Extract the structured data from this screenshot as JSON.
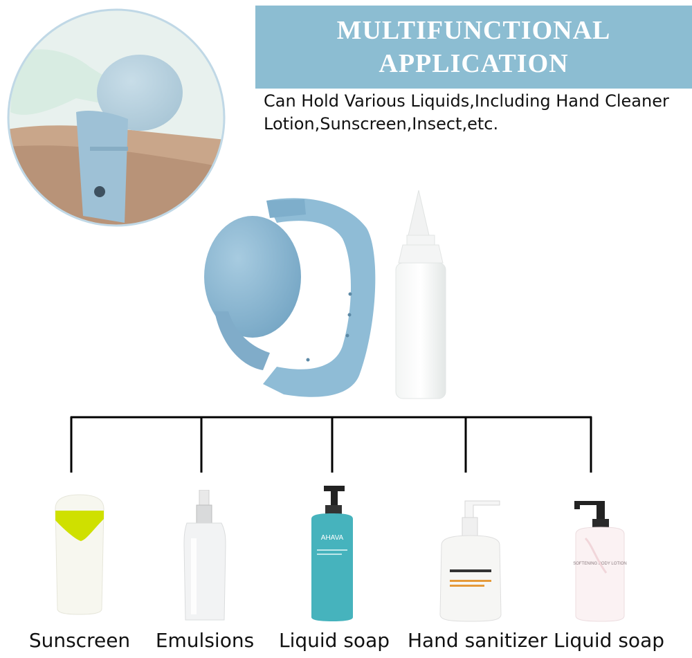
{
  "header": {
    "title_line1": "MULTIFUNCTIONAL",
    "title_line2": "APPLICATION",
    "banner_color": "#8cbdd2"
  },
  "description": {
    "line1": "Can Hold Various Liquids,Including Hand Cleaner",
    "line2": "Lotion,Sunscreen,Insect,etc."
  },
  "products": [
    {
      "label": "Sunscreen"
    },
    {
      "label": "Emulsions"
    },
    {
      "label": "Liquid soap",
      "brand": "AHAVA"
    },
    {
      "label": "Hand sanitizer"
    },
    {
      "label": "Liquid soap",
      "bottle_text": "SOFTENING BODY LOTION"
    }
  ],
  "colors": {
    "band": "#8fbcd6",
    "band_dark": "#6e9fbb",
    "accent_yellow": "#cfe000",
    "teal": "#3aa9b5"
  }
}
